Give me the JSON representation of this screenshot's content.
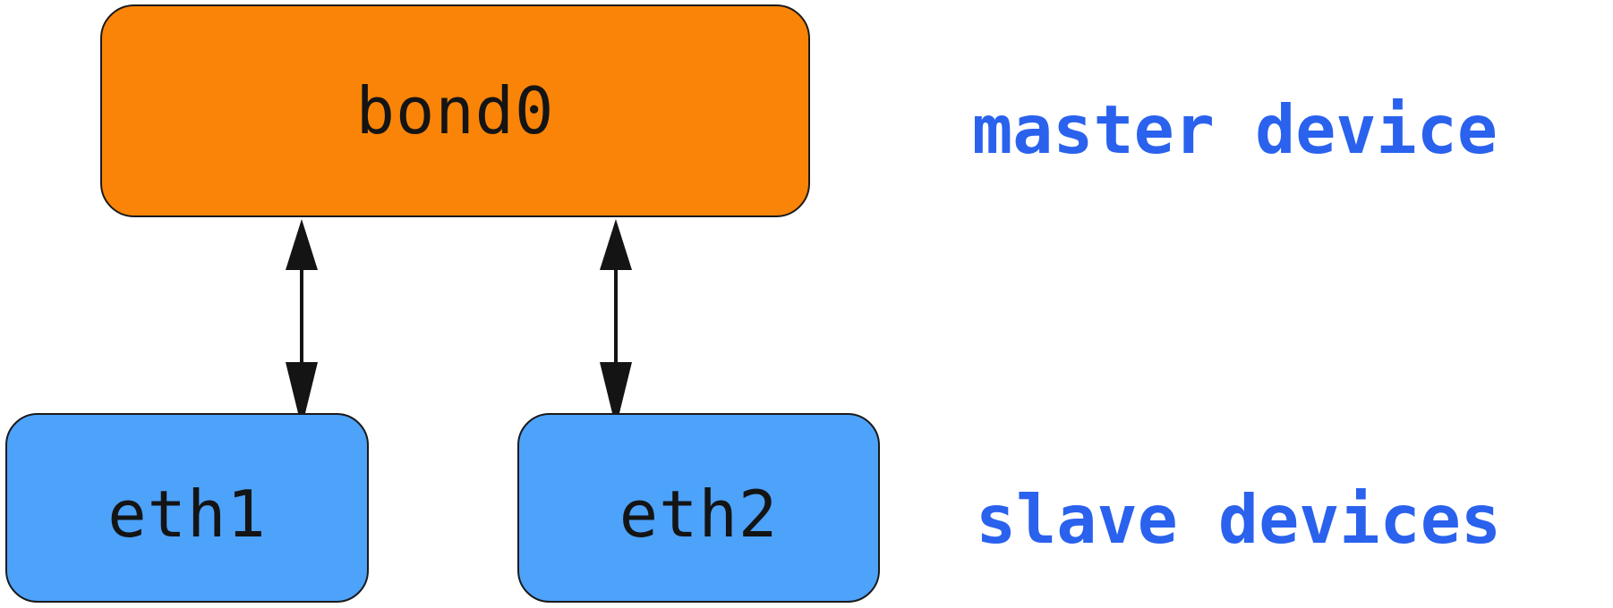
{
  "diagram": {
    "background": "#FFFFFF",
    "nodes": {
      "bond0": {
        "label": "bond0",
        "role": "master",
        "fill": "#FA8407"
      },
      "eth1": {
        "label": "eth1",
        "role": "slave",
        "fill": "#4DA2FA"
      },
      "eth2": {
        "label": "eth2",
        "role": "slave",
        "fill": "#4DA2FA"
      }
    },
    "edges": [
      {
        "from": "bond0",
        "to": "eth1",
        "style": "double-headed-arrow"
      },
      {
        "from": "bond0",
        "to": "eth2",
        "style": "double-headed-arrow"
      }
    ],
    "annotations": {
      "master": {
        "text": "master device",
        "color": "#2A62EE"
      },
      "slaves": {
        "text": "slave devices",
        "color": "#2A62EE"
      }
    },
    "colors": {
      "node_border": "#1A1A1A",
      "node_text": "#141414",
      "arrow": "#141414"
    }
  }
}
